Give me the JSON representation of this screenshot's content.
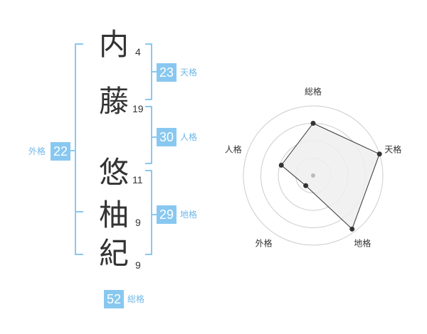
{
  "name_chars": [
    {
      "char": "内",
      "strokes": "4"
    },
    {
      "char": "藤",
      "strokes": "19"
    },
    {
      "char": "悠",
      "strokes": "11"
    },
    {
      "char": "柚",
      "strokes": "9"
    },
    {
      "char": "紀",
      "strokes": "9"
    }
  ],
  "fortunes": {
    "ten": {
      "label": "天格",
      "value": "23"
    },
    "jin": {
      "label": "人格",
      "value": "30"
    },
    "chi": {
      "label": "地格",
      "value": "29"
    },
    "gai": {
      "label": "外格",
      "value": "22"
    },
    "total": {
      "label": "総格",
      "value": "52"
    }
  },
  "colors": {
    "accent": "#88c8f0",
    "accent_text": "#6fb8e8",
    "char_text": "#333333",
    "radar_grid": "#cccccc",
    "radar_fill": "#eeeeee",
    "radar_line": "#333333"
  },
  "chart_data": {
    "type": "radar",
    "categories": [
      "総格",
      "天格",
      "地格",
      "外格",
      "人格"
    ],
    "values": [
      0.75,
      1.0,
      0.95,
      0.18,
      0.48
    ],
    "rings": 4,
    "range": [
      0,
      1
    ]
  }
}
